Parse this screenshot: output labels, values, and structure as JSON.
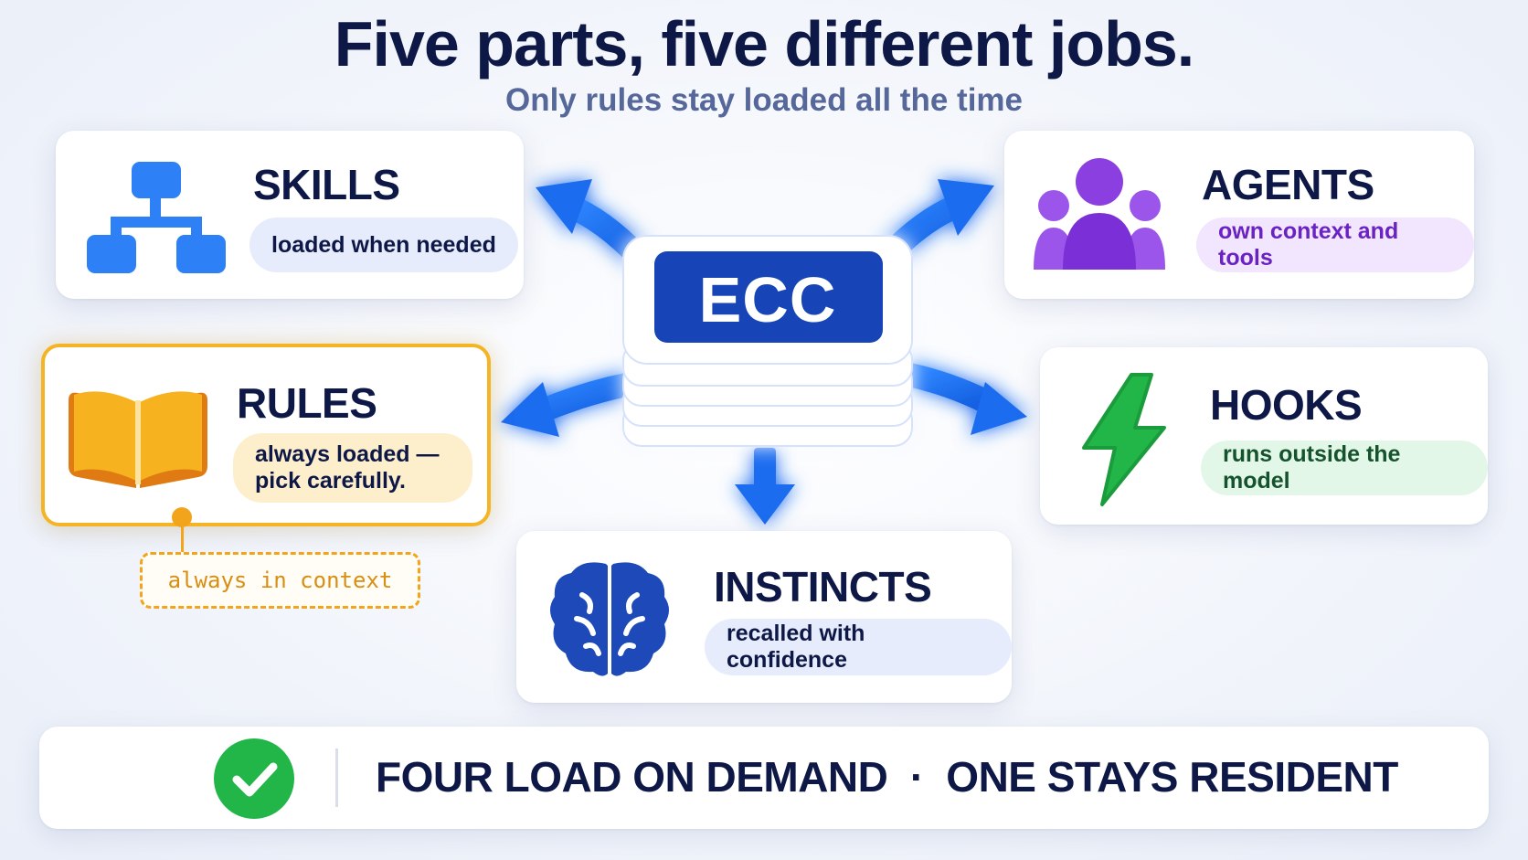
{
  "title": "Five parts, five different jobs.",
  "subtitle": "Only rules stay loaded all the time",
  "center": {
    "label": "ECC"
  },
  "components": {
    "skills": {
      "name": "SKILLS",
      "desc": "loaded when needed",
      "icon": "hierarchy-icon"
    },
    "agents": {
      "name": "AGENTS",
      "desc": "own context and tools",
      "icon": "people-group-icon"
    },
    "rules": {
      "name": "RULES",
      "desc": "always loaded —\npick carefully.",
      "icon": "open-book-icon"
    },
    "hooks": {
      "name": "HOOKS",
      "desc": "runs outside the model",
      "icon": "lightning-bolt-icon"
    },
    "instincts": {
      "name": "INSTINCTS",
      "desc": "recalled with confidence",
      "icon": "brain-icon"
    }
  },
  "rules_note": "always in context",
  "footer": {
    "text": "FOUR LOAD ON DEMAND  ·  ONE STAYS RESIDENT",
    "icon": "checkmark-icon"
  },
  "colors": {
    "navy": "#0e1846",
    "blue": "#1c6cf0",
    "orange": "#f2a51c",
    "purple": "#8b3fe0",
    "green": "#22b548",
    "skills_pill": "#e6ecfb",
    "agents_pill": "#f1e6fd",
    "rules_pill": "#fdefcc",
    "hooks_pill": "#e3f7e8",
    "instincts_pill": "#e6ecfb"
  }
}
